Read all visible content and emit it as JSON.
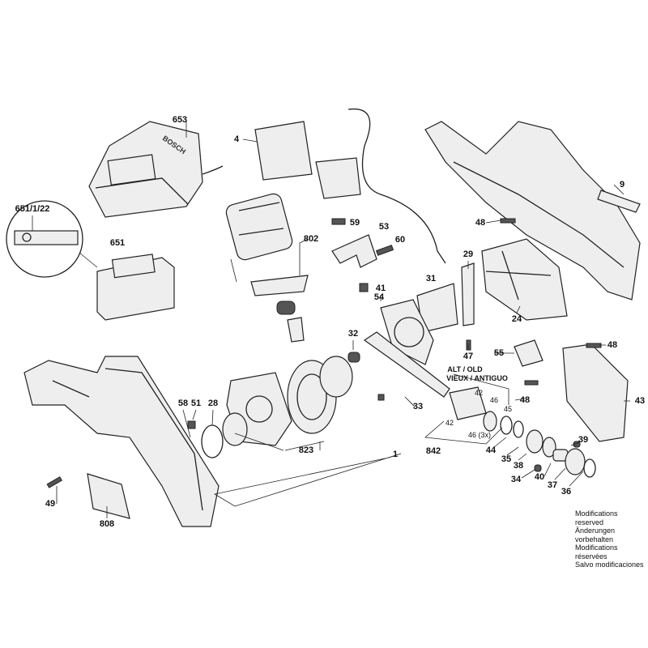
{
  "diagram": {
    "brand_logo_text": "BOSCH",
    "callouts": [
      "653",
      "4",
      "9",
      "651/1/22",
      "651",
      "802",
      "59",
      "53",
      "60",
      "48",
      "29",
      "31",
      "41",
      "54",
      "24",
      "32",
      "47",
      "55",
      "48",
      "58",
      "51",
      "28",
      "33",
      "42",
      "46",
      "45",
      "42",
      "46 (3x)",
      "44",
      "823",
      "842",
      "1",
      "35",
      "38",
      "39",
      "34",
      "40",
      "37",
      "36",
      "43",
      "48",
      "49",
      "808"
    ],
    "variant_note": [
      "ALT / OLD",
      "VIEUX / ANTIGUO"
    ],
    "modifications": [
      "Modifications reserved",
      "Änderungen vorbehalten",
      "Modifications réservées",
      "Salvo modificaciones"
    ]
  }
}
